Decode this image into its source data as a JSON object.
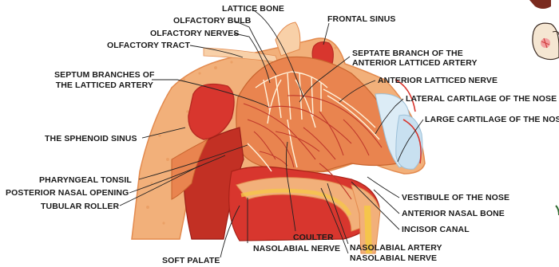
{
  "labels": {
    "lattice_bone": "LATTICE BONE",
    "olfactory_bulb": "OLFACTORY BULB",
    "olfactory_nerves": "OLFACTORY NERVES",
    "olfactory_tract": "OLFACTORY TRACT",
    "frontal_sinus": "FRONTAL SINUS",
    "septum_branches_1": "SEPTUM BRANCHES OF",
    "septum_branches_2": "THE LATTICED ARTERY",
    "septate_branch_1": "SEPTATE BRANCH OF THE",
    "septate_branch_2": "ANTERIOR LATTICED ARTERY",
    "anterior_latticed_nerve": "ANTERIOR LATTICED NERVE",
    "lateral_cartilage": "LATERAL CARTILAGE OF THE NOSE",
    "large_cartilage": "LARGE CARTILAGE OF THE NOSE",
    "sphenoid_sinus": "THE SPHENOID SINUS",
    "pharyngeal_tonsil": "PHARYNGEAL TONSIL",
    "posterior_nasal_opening": "POSTERIOR NASAL OPENING",
    "tubular_roller": "TUBULAR ROLLER",
    "vestibule": "VESTIBULE OF THE NOSE",
    "anterior_nasal_bone": "ANTERIOR NASAL BONE",
    "incisor_canal": "INCISOR CANAL",
    "coulter": "COULTER",
    "nasolabial_nerve_left": "NASOLABIAL NERVE",
    "nasolabial_artery": "NASOLABIAL ARTERY",
    "nasolabial_nerve_right": "NASOLABIAL NERVE",
    "soft_palate": "SOFT PALATE"
  },
  "colors": {
    "bone": "#f2b07a",
    "bone_light": "#f8d0a8",
    "sinus": "#d8362e",
    "sinus_edge": "#b82a22",
    "mucosa": "#e9844f",
    "artery": "#c0392b",
    "nerve": "#fff3dc",
    "cartilage": "#dcecf6",
    "throat": "#c23024"
  },
  "icons": {
    "corner_figure": "cartoon-character-icon"
  }
}
